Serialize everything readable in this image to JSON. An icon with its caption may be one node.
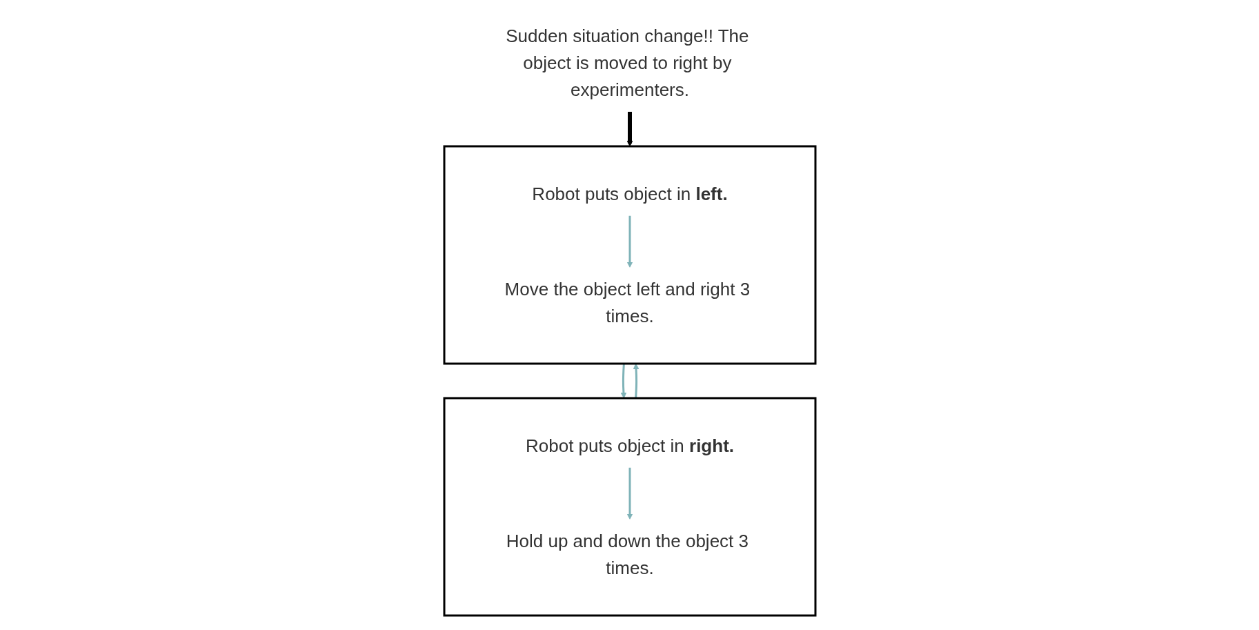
{
  "diagram": {
    "nodes": [
      {
        "text": [],
        "shape": "box"
      },
      {
        "text": [
          "Robot puts object in **right.**"
        ],
        "in": 0
      },
      {
        "text": [
          "Hold up and down the object 3 times."
        ],
        "in": 0
      },
      {
        "text": [],
        "shape": "box"
      },
      {
        "text": [
          "Robot puts object in **left.**"
        ],
        "in": 3
      },
      {
        "text": [
          "Move the object left and right 3 times."
        ],
        "in": 3
      },
      {
        "text": [
          "Sudden situation change!! The object is moved to right by experimenters."
        ]
      }
    ],
    "edges": [
      {
        "from": 1,
        "to": 2,
        "arrow": "to"
      },
      {
        "from": 4,
        "to": 5,
        "arrow": "to"
      },
      {
        "from": 0,
        "to": 3,
        "arrow": "to"
      },
      {
        "from": 3,
        "to": 0,
        "arrow": "to"
      },
      {
        "from": 6,
        "to": 3,
        "arrow": "to",
        "style": "thick",
        "color": "#000000"
      }
    ]
  }
}
